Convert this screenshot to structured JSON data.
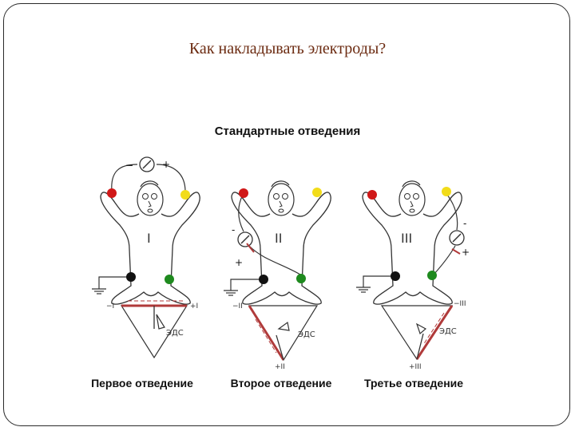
{
  "title": "Как накладывать электроды?",
  "subtitle": "Стандартные отведения",
  "leads": [
    {
      "roman": "I",
      "caption": "Первое отведение",
      "emf": "ЭДС",
      "minus": "−I",
      "plus": "+I"
    },
    {
      "roman": "II",
      "caption": "Второе отведение",
      "emf": "ЭДС",
      "minus": "−II",
      "plus": "+II"
    },
    {
      "roman": "III",
      "caption": "Третье отведение",
      "emf": "ЭДС",
      "minus": "−III",
      "plus": "+III"
    }
  ],
  "signs": {
    "plus": "+",
    "minus": "−",
    "minus_hyphen": "-"
  },
  "electrode_colors": {
    "right_arm": "#d01818",
    "left_arm": "#f2dc1a",
    "right_leg": "#111111",
    "left_leg": "#1e8a1e"
  },
  "accent_color": "#b03a3a"
}
